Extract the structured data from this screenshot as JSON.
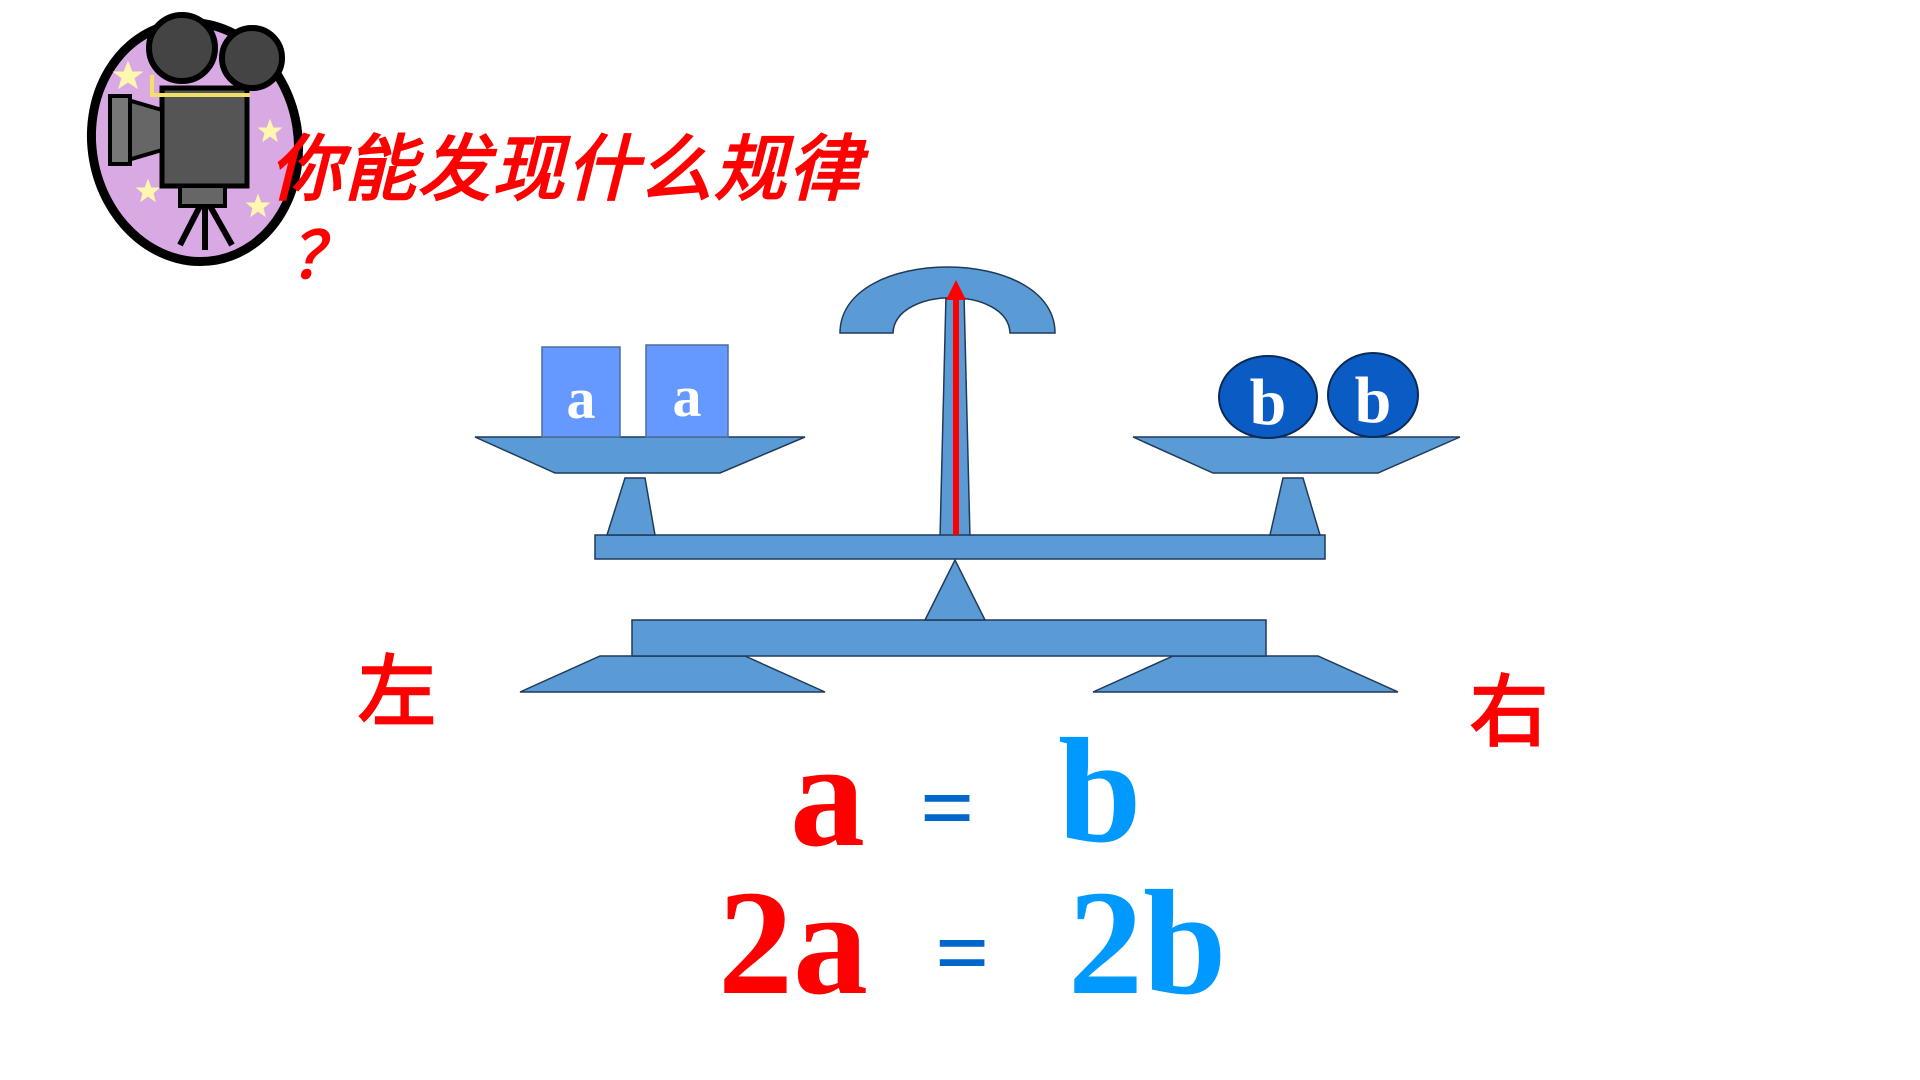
{
  "title": {
    "text": "你能发现什么规律",
    "qmark": "？"
  },
  "labels": {
    "left": "左",
    "right": "右"
  },
  "left_pan": {
    "blocks": [
      "a",
      "a"
    ]
  },
  "right_pan": {
    "balls": [
      "b",
      "b"
    ]
  },
  "equations": [
    {
      "left": "a",
      "sign": "=",
      "right": "b"
    },
    {
      "left": "2a",
      "sign": "=",
      "right": "2b"
    }
  ],
  "icons": {
    "corner": "film-camera-icon"
  },
  "colors": {
    "scale": "#5b9bd5",
    "scale_stroke": "#1f3a5a",
    "block": "#6699ff",
    "ball": "#0a5bc4",
    "pointer": "#ff0000",
    "text_red": "#ff0000",
    "text_blue": "#0099ff",
    "equals_blue": "#0066cc",
    "camera_bg": "#d9a9e3"
  }
}
